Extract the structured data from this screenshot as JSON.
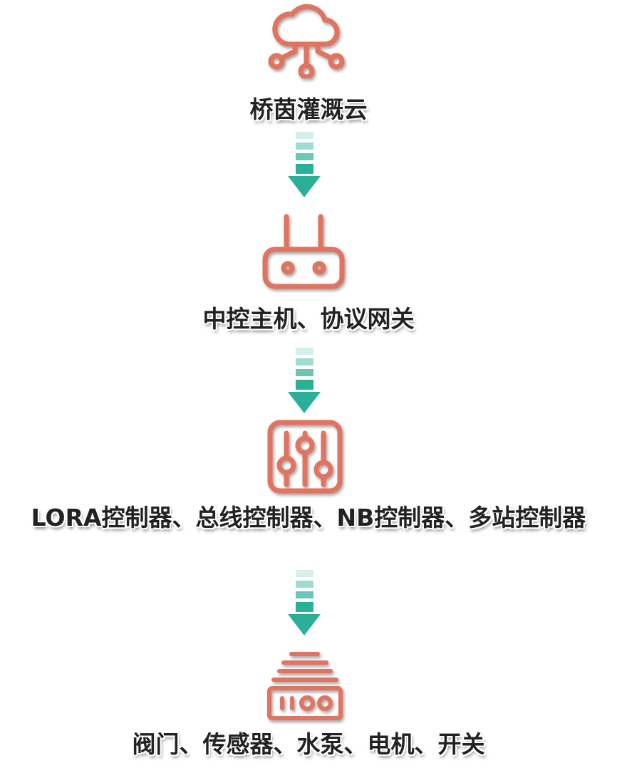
{
  "colors": {
    "icon": "#E07460",
    "arrow": "#2BAF96",
    "text": "#222222"
  },
  "nodes": [
    {
      "icon": "cloud-network-icon",
      "label": "桥茵灌溉云"
    },
    {
      "icon": "router-icon",
      "label": "中控主机、协议网关"
    },
    {
      "icon": "controller-sliders-icon",
      "label": "LORA控制器、总线控制器、NB控制器、多站控制器"
    },
    {
      "icon": "device-icon",
      "label": "阀门、传感器、水泵、电机、开关"
    }
  ],
  "arrows": [
    "arrow-down-icon",
    "arrow-down-icon",
    "arrow-down-icon"
  ]
}
